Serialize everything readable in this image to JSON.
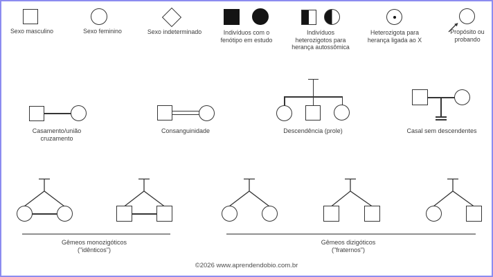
{
  "colors": {
    "frame_border": "#8c8cf0",
    "stroke": "#353535",
    "fill_dark": "#141414",
    "text": "#3c3c3c",
    "rule_gray": "#8f8f8f"
  },
  "legend": {
    "items": [
      {
        "icon": "male-square-icon",
        "label": "Sexo masculino"
      },
      {
        "icon": "female-circle-icon",
        "label": "Sexo feminino"
      },
      {
        "icon": "undetermined-diamond-icon",
        "label": "Sexo indeterminado"
      },
      {
        "icon": "affected-filled-symbols-icon",
        "label": "Indivíduos com o\nfenótipo em estudo"
      },
      {
        "icon": "autosomal-heterozygote-half-filled-icon",
        "label": "Indivíduos\nheterozigotos para\nherança autossômica"
      },
      {
        "icon": "x-linked-carrier-dot-circle-icon",
        "label": "Heterozigota para\nherança ligada ao X"
      },
      {
        "icon": "proband-arrow-circle-icon",
        "label": "Propósito ou\nprobando"
      }
    ]
  },
  "relationships": {
    "marriage_label": "Casamento/união\ncruzamento",
    "consanguinity_label": "Consanguinidade",
    "offspring_label": "Descendência (prole)",
    "childless_label": "Casal sem descendentes"
  },
  "twins": {
    "monozygotic_label": "Gêmeos monozigóticos\n(\"idênticos\")",
    "dizygotic_label": "Gêmeos dizigóticos\n(\"fraternos\")"
  },
  "footer": {
    "copyright": "©2026 www.aprendendobio.com.br"
  }
}
